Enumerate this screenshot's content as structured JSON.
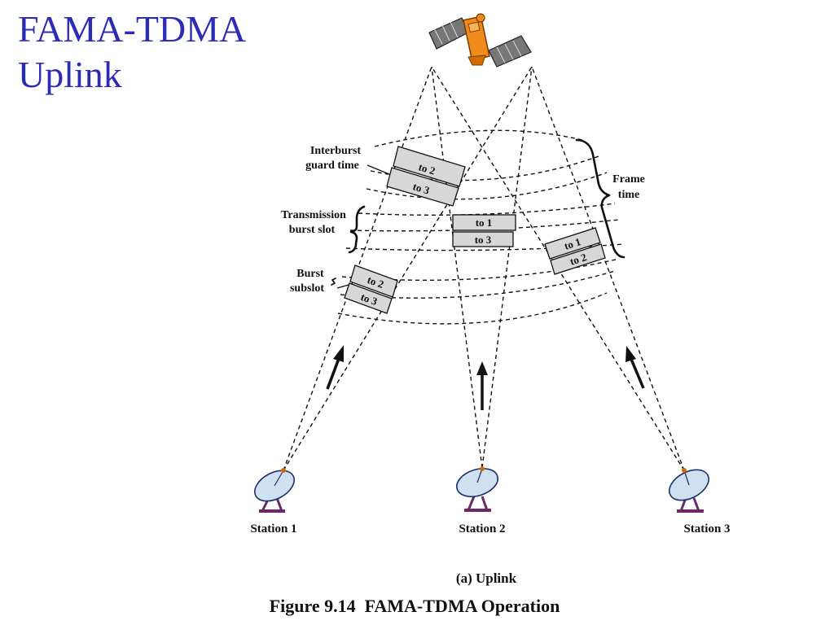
{
  "title": {
    "line1": "FAMA-TDMA",
    "line2": "Uplink"
  },
  "labels": {
    "interburst_line1": "Interburst",
    "interburst_line2": "guard time",
    "transmission_line1": "Transmission",
    "transmission_line2": "burst slot",
    "burst_line1": "Burst",
    "burst_line2": "subslot",
    "frame_line1": "Frame",
    "frame_line2": "time"
  },
  "slots": {
    "s1_top": "to 2",
    "s1_bottom": "to 3",
    "s2_top": "to 1",
    "s2_bottom": "to 3",
    "s3_top": "to 1",
    "s3_bottom": "to 2",
    "s1b_top": "to 2",
    "s1b_bottom": "to 3"
  },
  "stations": [
    "Station 1",
    "Station 2",
    "Station 3"
  ],
  "subcaption": "(a) Uplink",
  "caption": "Figure 9.14  FAMA-TDMA Operation",
  "colors": {
    "title": "#2b2bb8",
    "slot_fill": "#d7d7d7",
    "satellite_body": "#f08a1c",
    "dish_fill": "#cfe0f0",
    "dish_mount": "#6a2a6a"
  }
}
